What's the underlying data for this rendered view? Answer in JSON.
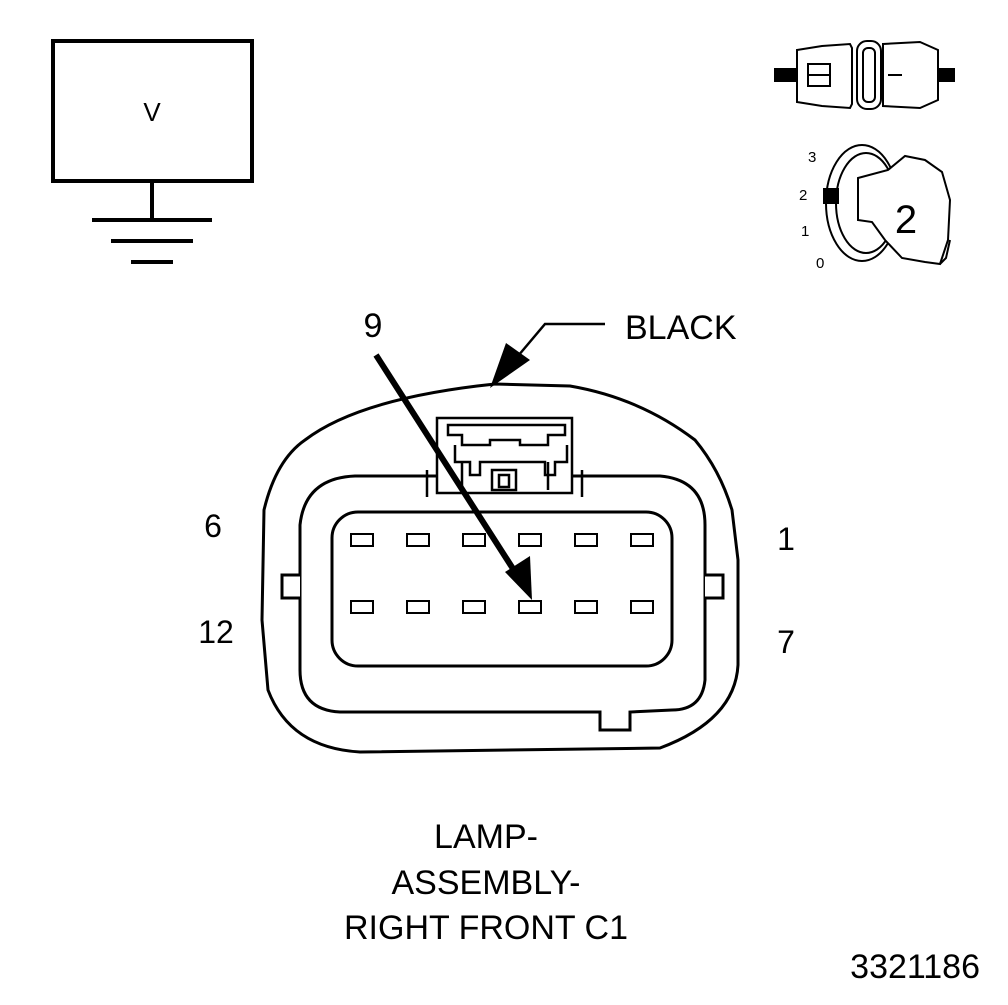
{
  "voltmeter": {
    "symbol": "V"
  },
  "key_switch": {
    "positions": [
      "3",
      "2",
      "1",
      "0"
    ],
    "selected": "2"
  },
  "connector": {
    "color_label": "BLACK",
    "pin_callout": "9",
    "row_labels": {
      "top_left": "6",
      "top_right": "1",
      "bottom_left": "12",
      "bottom_right": "7"
    },
    "caption_lines": [
      "LAMP-",
      "ASSEMBLY-",
      "RIGHT FRONT C1"
    ]
  },
  "figure_number": "3321186"
}
